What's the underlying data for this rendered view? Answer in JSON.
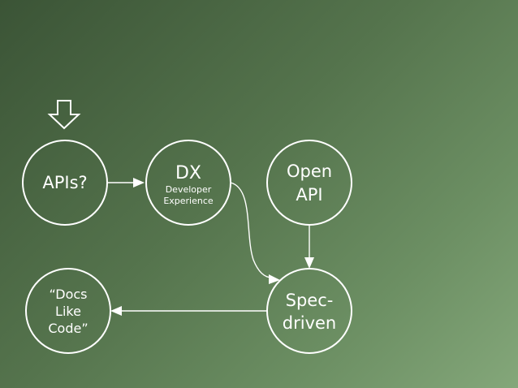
{
  "nodes": {
    "apis": {
      "label": "APIs?"
    },
    "dx": {
      "label": "DX",
      "sub_line1": "Developer",
      "sub_line2": "Experience"
    },
    "openapi": {
      "label_line1": "Open",
      "label_line2": "API"
    },
    "spec": {
      "label_line1": "Spec-",
      "label_line2": "driven"
    },
    "docs": {
      "label_line1": "“Docs",
      "label_line2": "Like",
      "label_line3": "Code”"
    }
  },
  "colors": {
    "stroke": "#ffffff",
    "text": "#ffffff",
    "background_dark": "#3b5436",
    "background_light": "#84a77a"
  },
  "icons": {
    "pointer": "down-arrow-outline-icon"
  }
}
